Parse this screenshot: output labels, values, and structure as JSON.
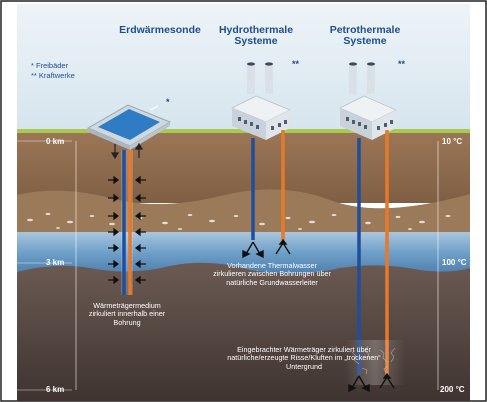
{
  "headings": {
    "probe": "Erdwärmesonde",
    "hydro": "Hydrothermale Systeme",
    "petro": "Petrothermale Systeme"
  },
  "legend": {
    "item1": "*  Freibäder",
    "item2": "** Kraftwerke"
  },
  "markers": {
    "pool": "*",
    "hydro_plant": "**",
    "petro_plant": "**"
  },
  "depths": {
    "top": "0 km",
    "mid": "3 km",
    "bottom": "6 km"
  },
  "temperatures": {
    "top": "10 °C",
    "mid": "100 °C",
    "bottom": "200 °C"
  },
  "captions": {
    "probe": "Wärmeträgermedium zirkuliert innerhalb einer Bohrung",
    "hydro": "Vorhandene Thermalwasser zirkulieren zwischen Bohrungen über natürliche Grundwasserleiter",
    "petro": "Eingebrachter Wärmeträger zirkuliert über natürliche/erzeugte Risse/Kluften im „trockenen“ Untergrund"
  },
  "colors": {
    "sky": "#dde9f1",
    "grass": "#a9c94f",
    "soil": "#8b6a4c",
    "gravel": "#9a7a58",
    "aquifer": "#6b9dc7",
    "deep_rock": "#5a4a44",
    "cold_pipe": "#1f4e9c",
    "hot_pipe": "#e8782a",
    "text_blue": "#1f4e8c"
  }
}
